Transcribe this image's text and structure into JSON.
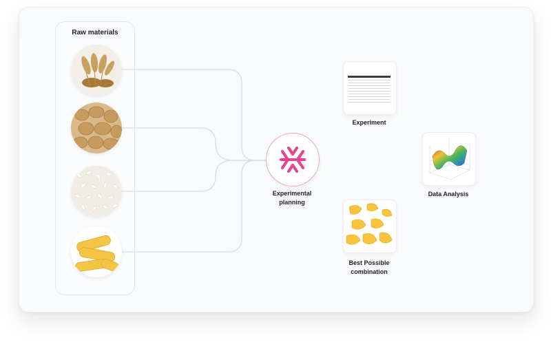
{
  "diagram": {
    "panel_title": "Raw materials",
    "materials": [
      {
        "name": "wheat",
        "icon": "wheat-image"
      },
      {
        "name": "potatoes",
        "icon": "potatoes-image"
      },
      {
        "name": "rice",
        "icon": "rice-image"
      },
      {
        "name": "corn",
        "icon": "corn-image"
      }
    ],
    "hub": {
      "label_line1": "Experimental",
      "label_line2": "planning",
      "icon": "asterisk-logo-icon",
      "color": "#e3468f"
    },
    "experiment": {
      "label": "Experiment"
    },
    "analysis": {
      "label": "Data Analysis"
    },
    "best": {
      "label_line1": "Best Possible",
      "label_line2": "combination"
    }
  },
  "colors": {
    "accent": "#e3468f",
    "connector": "#d9dbe0"
  }
}
